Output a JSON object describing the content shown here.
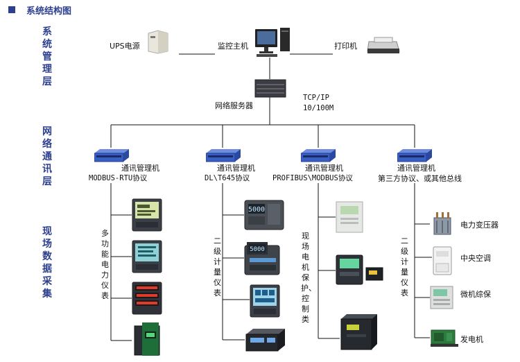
{
  "title": "系统结构图",
  "layers": {
    "management": "系统管理层",
    "network": "网络通讯层",
    "field": "现场数据采集"
  },
  "top": {
    "ups": "UPS电源",
    "host": "监控主机",
    "printer": "打印机",
    "server": "网络服务器",
    "tcp": "TCP/IP",
    "speed": "10/100M"
  },
  "switches": [
    {
      "label": "通讯管理机",
      "protocol": "MODBUS-RTU协议"
    },
    {
      "label": "通讯管理机",
      "protocol": "DL\\T645协议"
    },
    {
      "label": "通讯管理机",
      "protocol": "PROFIBUS\\MODBUS协议"
    },
    {
      "label": "通讯管理机",
      "protocol": "第三方协议、或其他总线"
    }
  ],
  "groups": {
    "g1": "多功能电力仪表",
    "g2": "二级计量仪表",
    "g3": "现场电机保护、控制类",
    "g4": "二级计量仪表"
  },
  "third_party": {
    "transformer": "电力变压器",
    "aircon": "中央空调",
    "relay": "微机综保",
    "generator": "发电机"
  },
  "meter_display": "5000",
  "colors": {
    "heading": "#2d3f8f",
    "switch": "#3a5fc4",
    "line": "#111111"
  }
}
